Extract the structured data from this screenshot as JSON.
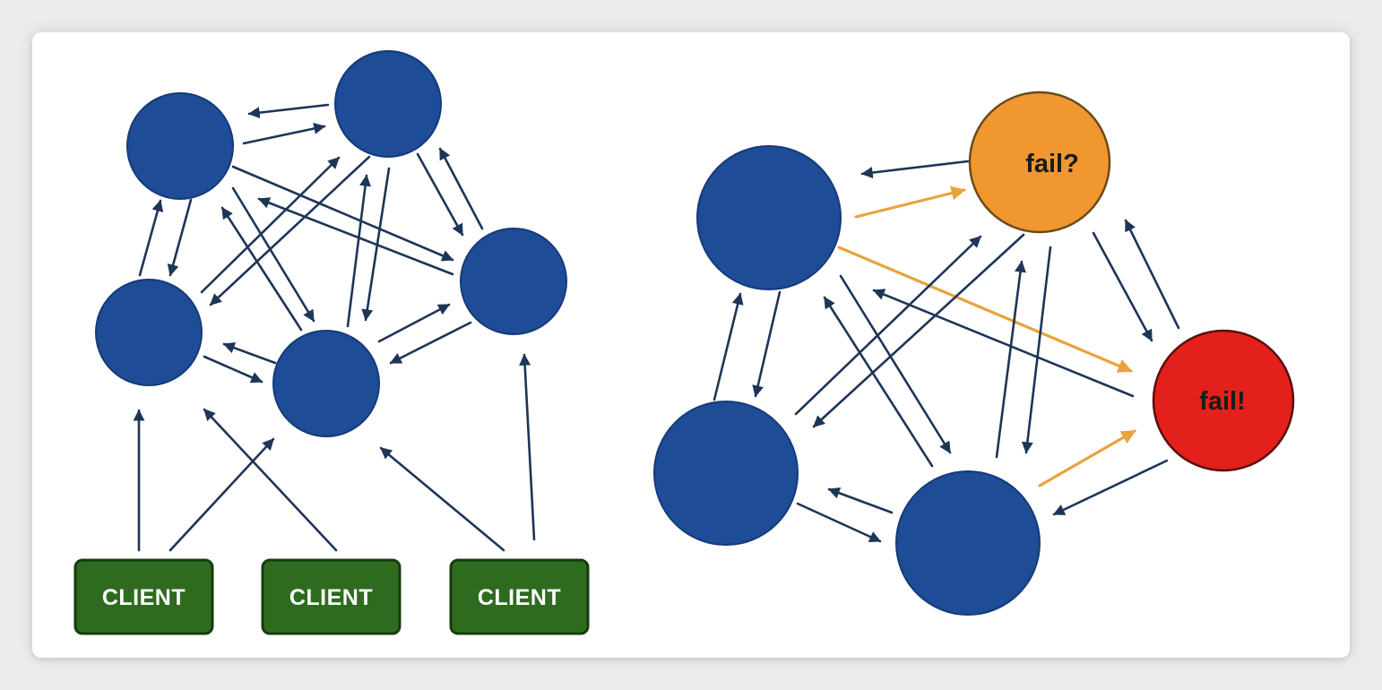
{
  "colors": {
    "node": "#1e4c96",
    "node_stroke": "#153a78",
    "edge": "#1d3557",
    "fail_suspect": "#f0972f",
    "fail_confirmed": "#e3201c",
    "failure_message_edge": "#e8a33c",
    "client_fill": "#2e6b1f",
    "client_stroke": "#173d0f",
    "client_text": "#ffffff"
  },
  "left_cluster": {
    "nodes": [
      {
        "id": "L1"
      },
      {
        "id": "L2"
      },
      {
        "id": "L3"
      },
      {
        "id": "L4"
      },
      {
        "id": "L5"
      }
    ],
    "clients": [
      {
        "label": "CLIENT"
      },
      {
        "label": "CLIENT"
      },
      {
        "label": "CLIENT"
      }
    ]
  },
  "right_cluster": {
    "nodes": [
      {
        "id": "R1",
        "label": ""
      },
      {
        "id": "R2",
        "label": "fail?",
        "status": "suspected"
      },
      {
        "id": "R3",
        "label": "fail!",
        "status": "failed"
      },
      {
        "id": "R4",
        "label": ""
      },
      {
        "id": "R5",
        "label": ""
      }
    ]
  }
}
